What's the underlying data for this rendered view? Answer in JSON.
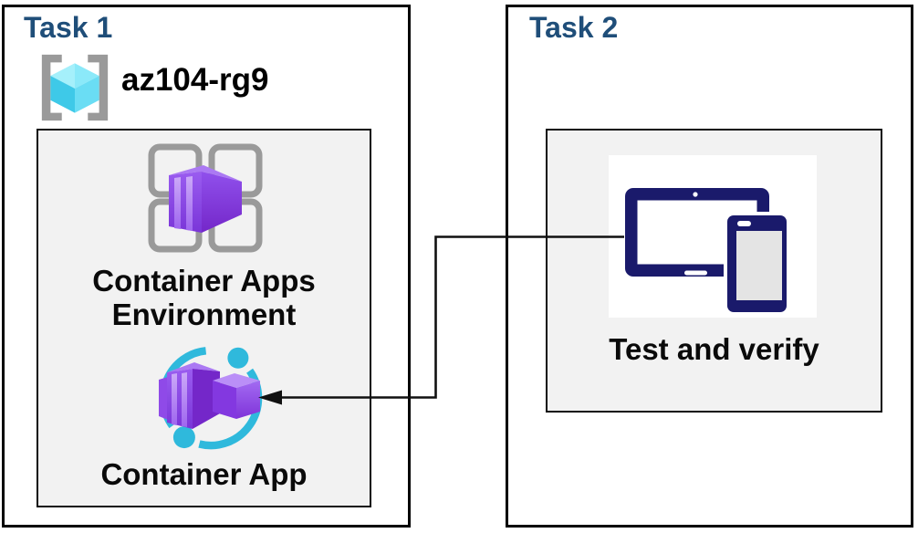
{
  "colors": {
    "task_title": "#1F4E79",
    "panel_bg": "#F2F2F2",
    "panel_border": "#0d0d0d",
    "outer_border": "#000000",
    "icon_navy": "#1A1A6B",
    "icon_cyan": "#2FB9DC",
    "icon_gray": "#9A9A9A",
    "purple_main": "#8A4AE8",
    "cube_cyan": "#4FD5EF",
    "arrow": "#111111"
  },
  "task1": {
    "title": "Task 1",
    "resource_group_name": "az104-rg9",
    "resource_group_icon": "resource-group-icon",
    "environment_icon": "container-apps-environment-icon",
    "environment_label_lines": [
      "Container Apps",
      "Environment"
    ],
    "container_app_icon": "container-app-icon",
    "container_app_label": "Container App"
  },
  "task2": {
    "title": "Task 2",
    "test_icon": "devices-icon",
    "test_label": "Test and verify"
  },
  "connector": {
    "type": "elbow-arrow",
    "from": "Test and verify",
    "to": "Container App"
  }
}
